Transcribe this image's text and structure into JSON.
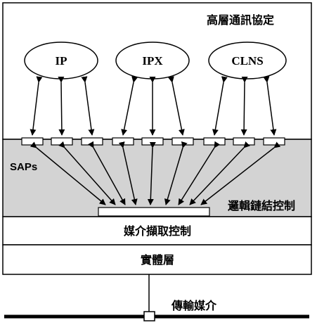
{
  "labels": {
    "upper_layer": "高層通訊協定",
    "saps": "SAPs",
    "llc": "邏輯鏈結控制",
    "mac": "媒介擷取控制",
    "physical": "實體層",
    "medium": "傳輸媒介"
  },
  "protocols": [
    {
      "name": "IP"
    },
    {
      "name": "IPX"
    },
    {
      "name": "CLNS"
    }
  ],
  "colors": {
    "llc_band": "#d3d3d3",
    "line": "#000000",
    "background": "#ffffff"
  }
}
